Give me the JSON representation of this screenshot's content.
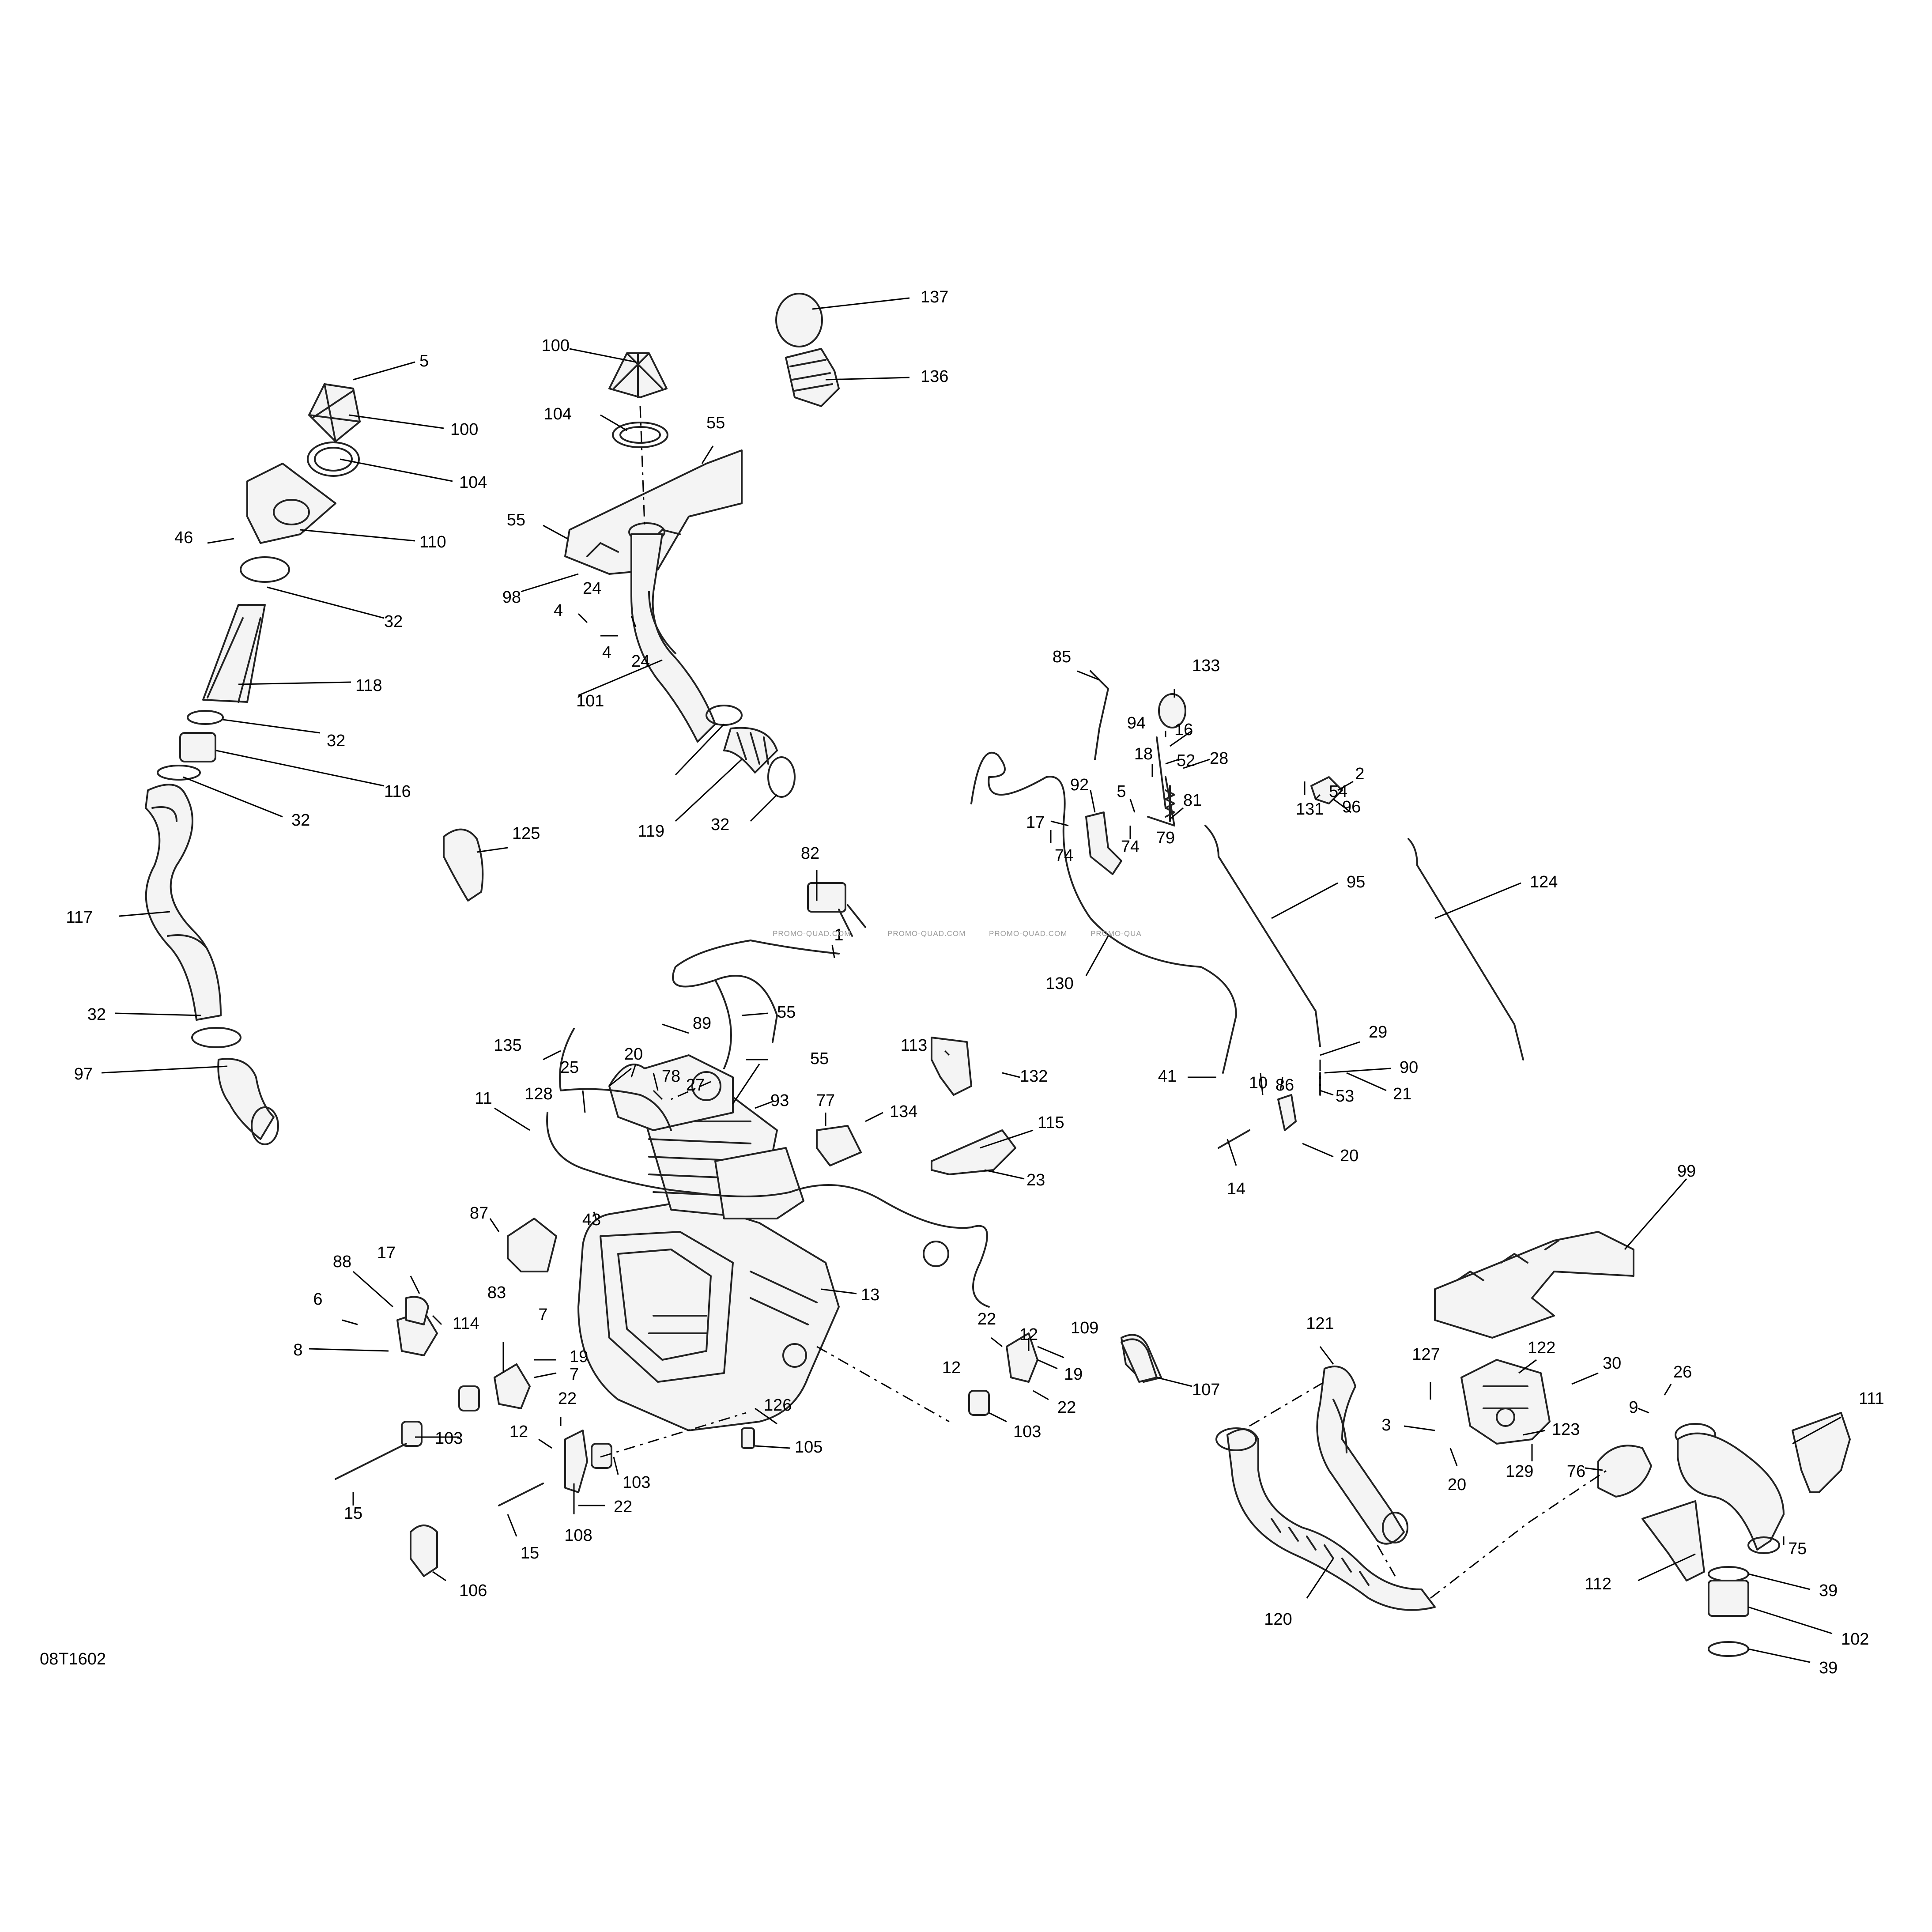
{
  "figure_id": "08T1602",
  "watermarks": [
    "PROMO-QUAD.COM",
    "PROMO-QUAD.COM",
    "PROMO-QUAD.COM",
    "PROMO-QUA"
  ],
  "callouts": [
    "137",
    "136",
    "100",
    "5",
    "104",
    "55",
    "100",
    "104",
    "110",
    "46",
    "55",
    "98",
    "4",
    "24",
    "32",
    "4",
    "24",
    "101",
    "118",
    "32",
    "116",
    "32",
    "119",
    "32",
    "125",
    "117",
    "32",
    "97",
    "85",
    "133",
    "94",
    "16",
    "18",
    "52",
    "28",
    "2",
    "92",
    "5",
    "81",
    "96",
    "54",
    "131",
    "17",
    "74",
    "79",
    "74",
    "124",
    "95",
    "82",
    "1",
    "130",
    "135",
    "55",
    "89",
    "55",
    "20",
    "25",
    "78",
    "27",
    "128",
    "11",
    "93",
    "113",
    "132",
    "77",
    "134",
    "115",
    "23",
    "29",
    "90",
    "10",
    "86",
    "21",
    "41",
    "53",
    "14",
    "20",
    "99",
    "43",
    "13",
    "87",
    "88",
    "17",
    "6",
    "114",
    "83",
    "7",
    "8",
    "19",
    "7",
    "12",
    "22",
    "109",
    "12",
    "19",
    "22",
    "103",
    "107",
    "121",
    "127",
    "122",
    "30",
    "26",
    "9",
    "111",
    "3",
    "123",
    "129",
    "76",
    "20",
    "22",
    "126",
    "105",
    "12",
    "103",
    "103",
    "15",
    "108",
    "22",
    "15",
    "106",
    "75",
    "112",
    "39",
    "102",
    "39",
    "120"
  ]
}
